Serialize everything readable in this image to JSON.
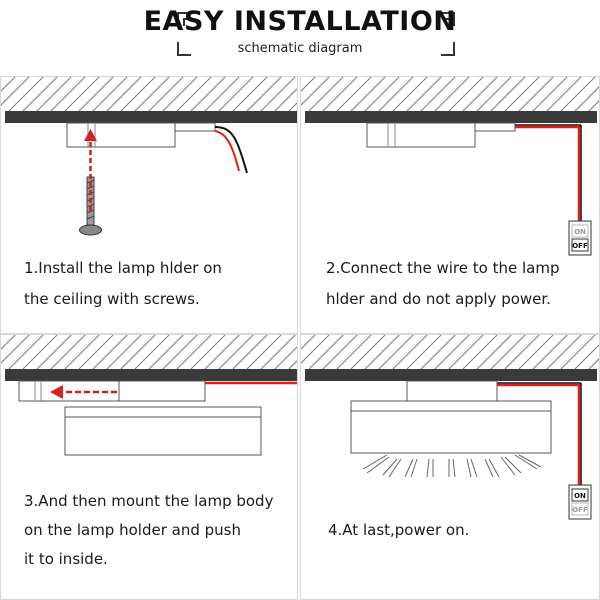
{
  "header": {
    "title": "EASY INSTALLATION",
    "subtitle": "schematic diagram"
  },
  "steps": [
    {
      "lines": [
        "1.Install the lamp hlder on",
        "the ceiling with screws."
      ]
    },
    {
      "lines": [
        "2.Connect the wire to the lamp",
        "hlder and do not apply power."
      ]
    },
    {
      "lines": [
        "3.And then mount the lamp body",
        "on the lamp holder and push",
        "it to inside."
      ]
    },
    {
      "lines": [
        "4.At last,power on."
      ]
    }
  ],
  "switch": {
    "on_label": "ON",
    "off_label": "OFF"
  },
  "colors": {
    "wire": "#e0201b",
    "ceiling": "#3a3a3a",
    "arrow": "#d42020"
  }
}
